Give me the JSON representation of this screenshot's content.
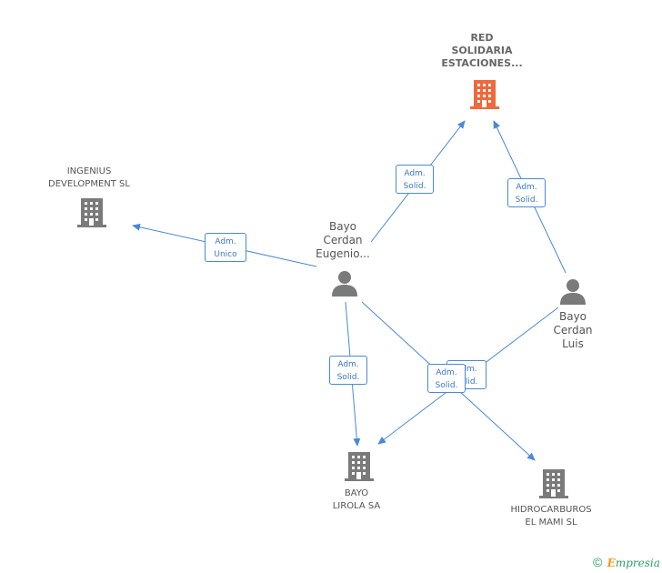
{
  "nodes": {
    "red_solidaria": {
      "lines": [
        "RED",
        "SOLIDARIA",
        "ESTACIONES..."
      ],
      "type": "company",
      "color": "#ee6a3c"
    },
    "ingenius": {
      "lines": [
        "INGENIUS",
        "DEVELOPMENT SL"
      ],
      "type": "company",
      "color": "#7a7a7a"
    },
    "bayo_eugenio": {
      "lines": [
        "Bayo",
        "Cerdan",
        "Eugenio..."
      ],
      "type": "person",
      "color": "#7a7a7a"
    },
    "bayo_luis": {
      "lines": [
        "Bayo",
        "Cerdan",
        "Luis"
      ],
      "type": "person",
      "color": "#7a7a7a"
    },
    "bayo_lirola": {
      "lines": [
        "BAYO",
        "LIROLA SA"
      ],
      "type": "company",
      "color": "#7a7a7a"
    },
    "hidrocarburos": {
      "lines": [
        "HIDROCARBUROS",
        "EL MAMI SL"
      ],
      "type": "company",
      "color": "#7a7a7a"
    }
  },
  "edges": [
    {
      "from": "bayo_eugenio",
      "to": "red_solidaria",
      "label": [
        "Adm.",
        "Solid."
      ]
    },
    {
      "from": "bayo_luis",
      "to": "red_solidaria",
      "label": [
        "Adm.",
        "Solid."
      ]
    },
    {
      "from": "bayo_eugenio",
      "to": "ingenius",
      "label": [
        "Adm.",
        "Unico"
      ]
    },
    {
      "from": "bayo_eugenio",
      "to": "bayo_lirola",
      "label": [
        "Adm.",
        "Solid."
      ]
    },
    {
      "from": "bayo_luis",
      "to": "bayo_lirola",
      "label": [
        "Adm.",
        "Solid."
      ]
    },
    {
      "from": "bayo_eugenio",
      "to": "hidrocarburos",
      "label": [
        "Adm.",
        "Solid."
      ]
    }
  ],
  "edge_color": "#4a89d6",
  "brand": {
    "copyright": "©",
    "first_letter": "E",
    "rest": "mpresia"
  }
}
